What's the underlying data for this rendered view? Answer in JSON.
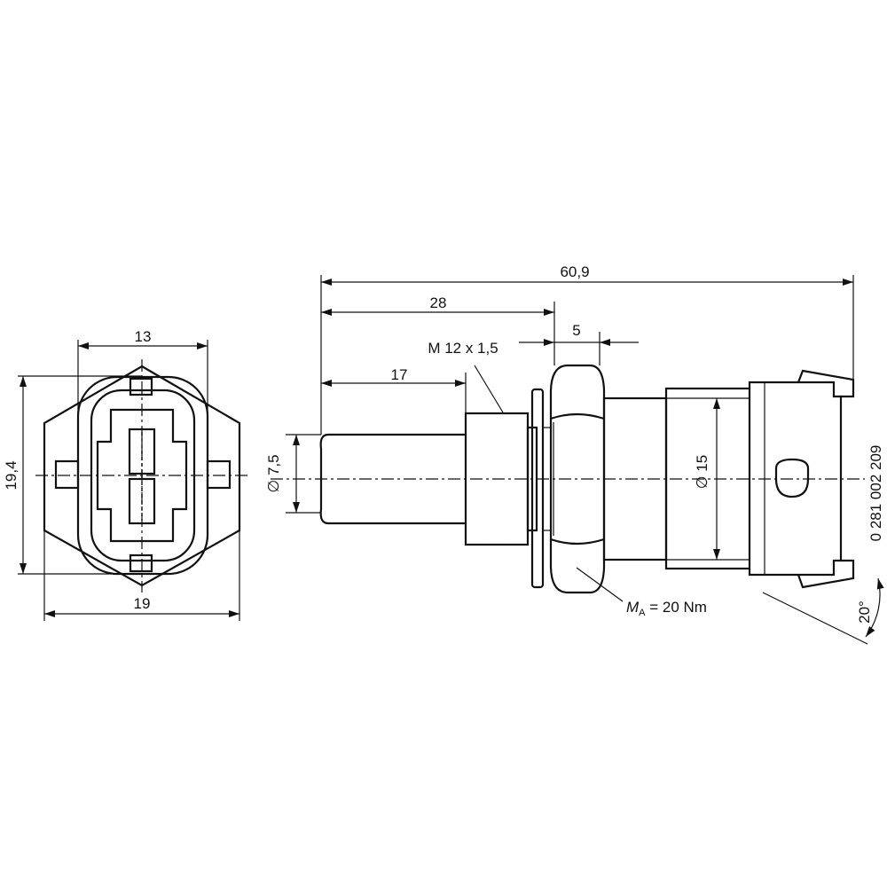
{
  "dimensions": {
    "front_width_top": "13",
    "front_width_bottom": "19",
    "front_height": "19,4",
    "overall_length": "60,9",
    "length_to_hex": "28",
    "hex_width": "5",
    "thread_spec": "M 12 x 1,5",
    "probe_length": "17",
    "probe_diameter": "∅ 7,5",
    "body_diameter": "∅ 15",
    "torque_prefix": "M",
    "torque_subscript": "A",
    "torque_value": " = 20 Nm",
    "angle": "20°"
  },
  "part_number": "0 281 002 209"
}
